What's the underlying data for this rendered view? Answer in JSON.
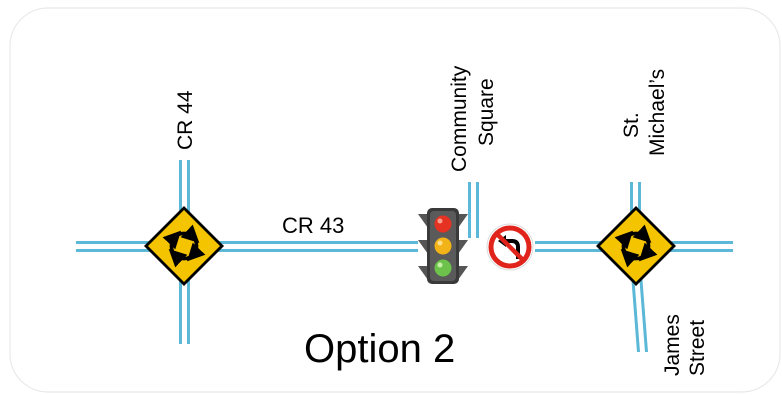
{
  "title": "Option 2",
  "roads": {
    "main": "CR 43",
    "cross_left": "CR 44",
    "cross_middle_line1": "Community",
    "cross_middle_line2": "Square",
    "cross_right_line1": "St.",
    "cross_right_line2": "Michael’s",
    "branch_line1": "James",
    "branch_line2": "Street"
  },
  "signs": {
    "roundabout_left": "roundabout-warning-icon",
    "traffic_signal": "traffic-light-icon",
    "no_left_turn": "no-left-turn-icon",
    "roundabout_right": "roundabout-warning-icon"
  },
  "colors": {
    "road_edge": "#5bb8d6",
    "road_fill": "#ffffff",
    "sign_yellow": "#f5c400",
    "prohibition_red": "#e0241b",
    "frame_border": "#e8e8e8"
  }
}
